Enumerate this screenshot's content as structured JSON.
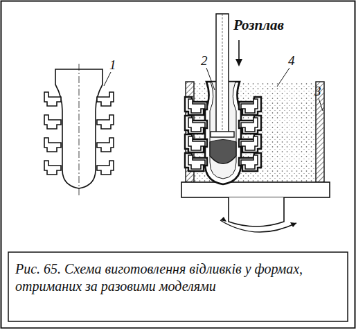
{
  "diagram": {
    "caption": "Рис. 65. Схема виготовлення відливків у формах, отриманих за разовими моделями",
    "labels": [
      "Розплав",
      "1",
      "2",
      "3",
      "4"
    ]
  }
}
